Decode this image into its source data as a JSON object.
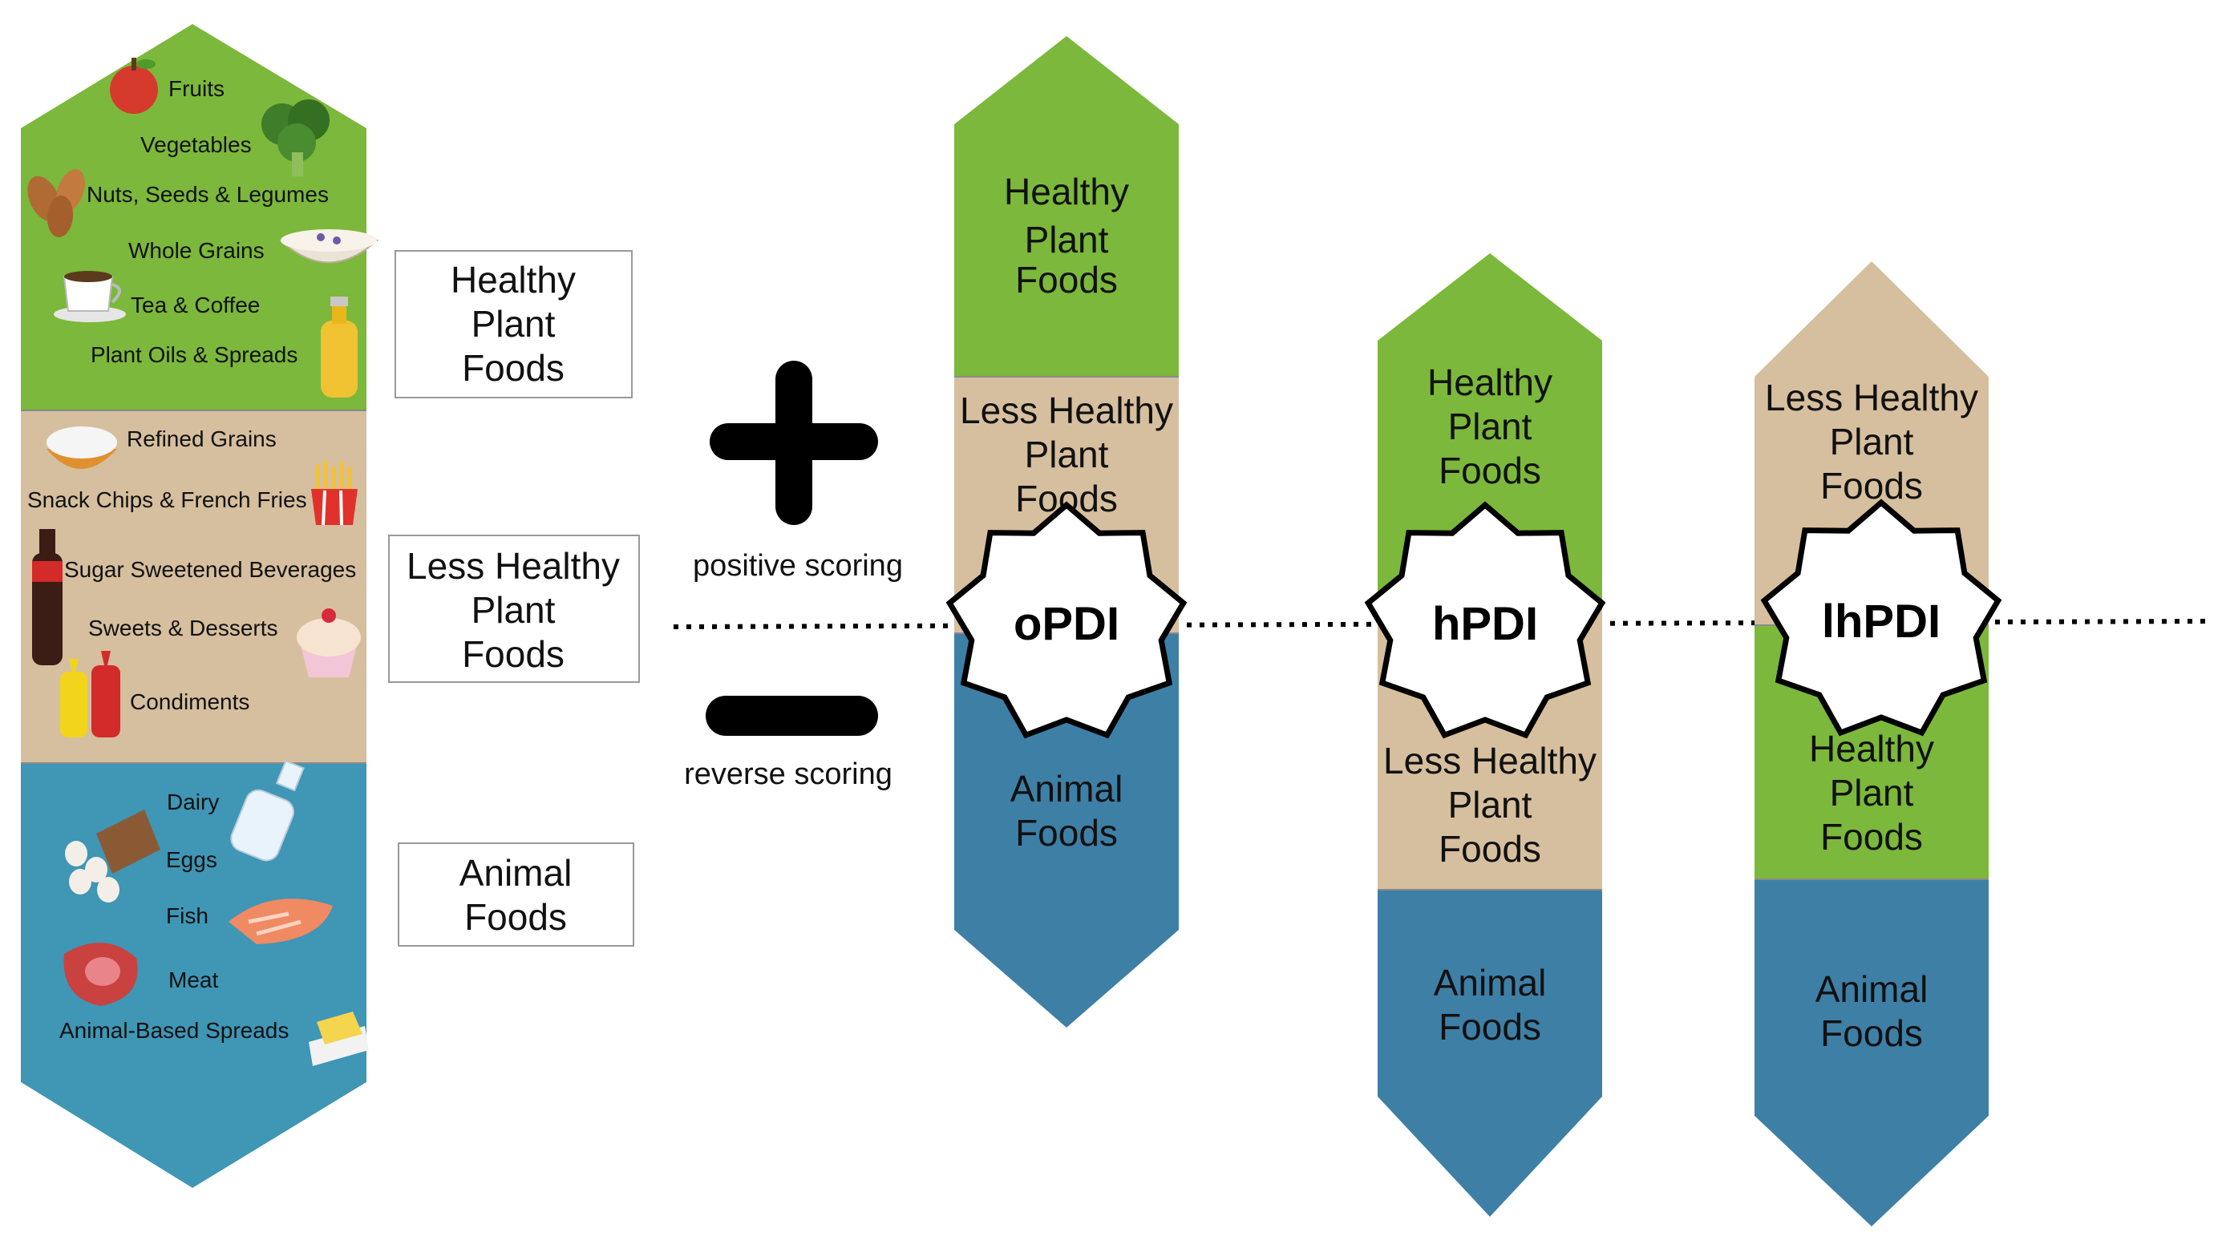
{
  "colors": {
    "healthy": "#7cb83b",
    "less_healthy": "#d6bf9e",
    "animal": "#3e7fa6",
    "animal_left": "#3f96b5",
    "box_border": "#999999"
  },
  "left_column": {
    "healthy_items": [
      "Fruits",
      "Vegetables",
      "Nuts, Seeds & Legumes",
      "Whole Grains",
      "Tea & Coffee",
      "Plant Oils & Spreads"
    ],
    "less_healthy_items": [
      "Refined Grains",
      "Snack Chips & French Fries",
      "Sugar Sweetened Beverages",
      "Sweets & Desserts",
      "Condiments"
    ],
    "animal_items": [
      "Dairy",
      "Eggs",
      "Fish",
      "Meat",
      "Animal-Based Spreads"
    ]
  },
  "category_boxes": {
    "healthy": [
      "Healthy",
      "Plant",
      "Foods"
    ],
    "less_healthy": [
      "Less Healthy",
      "Plant",
      "Foods"
    ],
    "animal": [
      "Animal",
      "Foods"
    ]
  },
  "scoring": {
    "positive": "positive scoring",
    "reverse": "reverse scoring"
  },
  "indices": [
    {
      "badge": "oPDI",
      "segments": [
        {
          "type": "healthy",
          "lines": [
            "Healthy",
            "Plant",
            "Foods"
          ]
        },
        {
          "type": "less_healthy",
          "lines": [
            "Less Healthy",
            "Plant",
            "Foods"
          ]
        },
        {
          "type": "animal",
          "lines": [
            "Animal",
            "Foods"
          ]
        }
      ]
    },
    {
      "badge": "hPDI",
      "segments": [
        {
          "type": "healthy",
          "lines": [
            "Healthy",
            "Plant",
            "Foods"
          ]
        },
        {
          "type": "less_healthy",
          "lines": [
            "Less Healthy",
            "Plant",
            "Foods"
          ]
        },
        {
          "type": "animal",
          "lines": [
            "Animal",
            "Foods"
          ]
        }
      ]
    },
    {
      "badge": "lhPDI",
      "segments": [
        {
          "type": "less_healthy",
          "lines": [
            "Less Healthy",
            "Plant",
            "Foods"
          ]
        },
        {
          "type": "healthy",
          "lines": [
            "Healthy",
            "Plant",
            "Foods"
          ]
        },
        {
          "type": "animal",
          "lines": [
            "Animal",
            "Foods"
          ]
        }
      ]
    }
  ]
}
